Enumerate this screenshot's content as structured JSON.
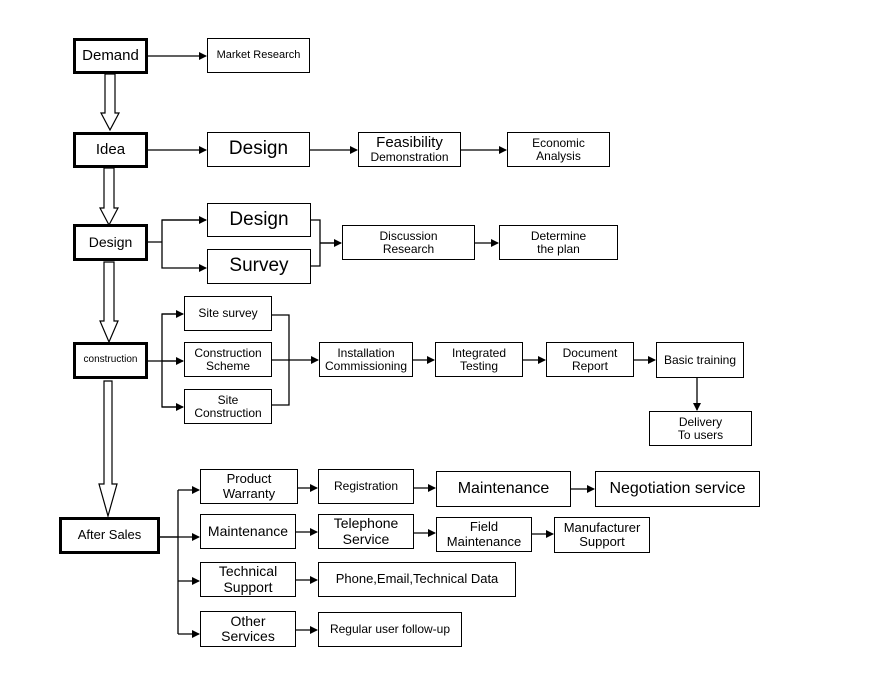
{
  "diagram": {
    "stages": {
      "demand": "Demand",
      "idea": "Idea",
      "design": "Design",
      "construction": "construction",
      "after_sales": "After Sales"
    },
    "demand_row": {
      "market_research": "Market Research"
    },
    "idea_row": {
      "design": "Design",
      "feasibility": "Feasibility",
      "demonstration": "Demonstration",
      "economic_analysis": "Economic\nAnalysis"
    },
    "design_row": {
      "design": "Design",
      "survey": "Survey",
      "discussion_research": "Discussion\nResearch",
      "determine_plan": "Determine\nthe plan"
    },
    "construction_row": {
      "site_survey": "Site survey",
      "construction_scheme": "Construction\nScheme",
      "site_construction": "Site\nConstruction",
      "installation_commissioning": "Installation\nCommissioning",
      "integrated_testing": "Integrated\nTesting",
      "document_report": "Document\nReport",
      "basic_training": "Basic training",
      "delivery_to_users": "Delivery\nTo users"
    },
    "after_sales_rows": {
      "product_warranty": "Product\nWarranty",
      "registration": "Registration",
      "maintenance_a": "Maintenance",
      "negotiation_service": "Negotiation service",
      "maintenance_b": "Maintenance",
      "telephone_service": "Telephone\nService",
      "field_maintenance": "Field\nMaintenance",
      "manufacturer_support": "Manufacturer\nSupport",
      "technical_support": "Technical\nSupport",
      "phone_email_data": "Phone,Email,Technical Data",
      "other_services": "Other\nServices",
      "regular_follow_up": "Regular user follow-up"
    }
  }
}
